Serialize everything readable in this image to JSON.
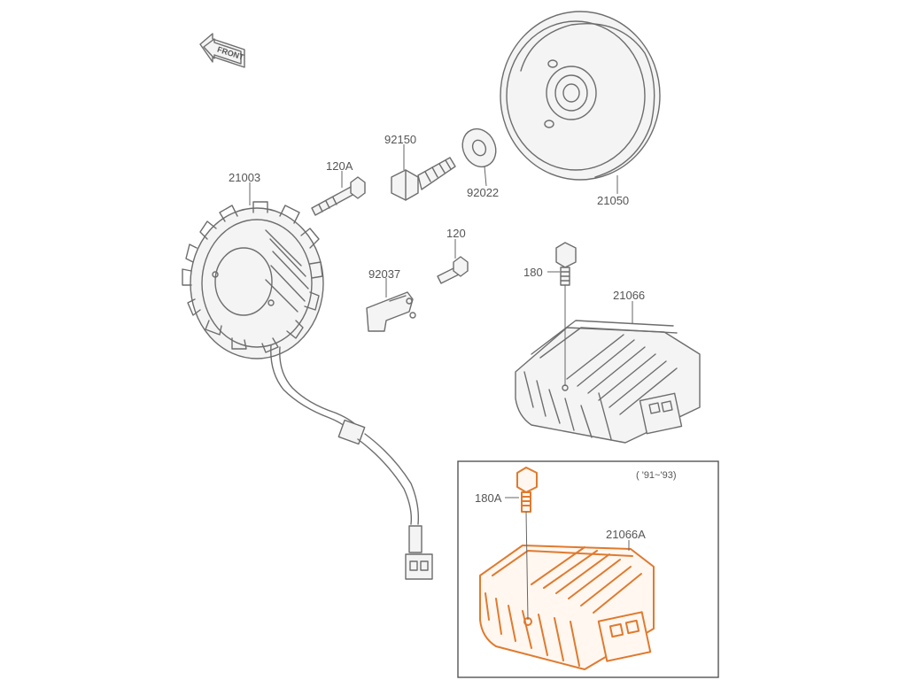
{
  "front_arrow": "FRONT",
  "inset": {
    "title": "( '91~'93)"
  },
  "labels": {
    "p21003": "21003",
    "p120A": "120A",
    "p92150": "92150",
    "p92022": "92022",
    "p21050": "21050",
    "p120": "120",
    "p92037": "92037",
    "p180": "180",
    "p21066": "21066",
    "p180A": "180A",
    "p21066A": "21066A"
  },
  "colors": {
    "line": "#6d6d6d",
    "highlight": "#e07a2e",
    "inset_border": "#555555"
  }
}
